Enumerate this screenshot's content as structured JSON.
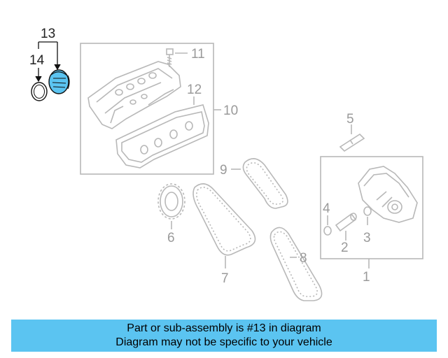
{
  "callouts": {
    "c1": "1",
    "c2": "2",
    "c3": "3",
    "c4": "4",
    "c5": "5",
    "c6": "6",
    "c7": "7",
    "c8": "8",
    "c9": "9",
    "c10": "10",
    "c11": "11",
    "c12": "12",
    "c13": "13",
    "c14": "14"
  },
  "banner": {
    "line1": "Part or sub-assembly is #13 in diagram",
    "line2": "Diagram may not be specific to your vehicle",
    "color": "#5bc4f1"
  },
  "highlight_color": "#5bc4f1"
}
